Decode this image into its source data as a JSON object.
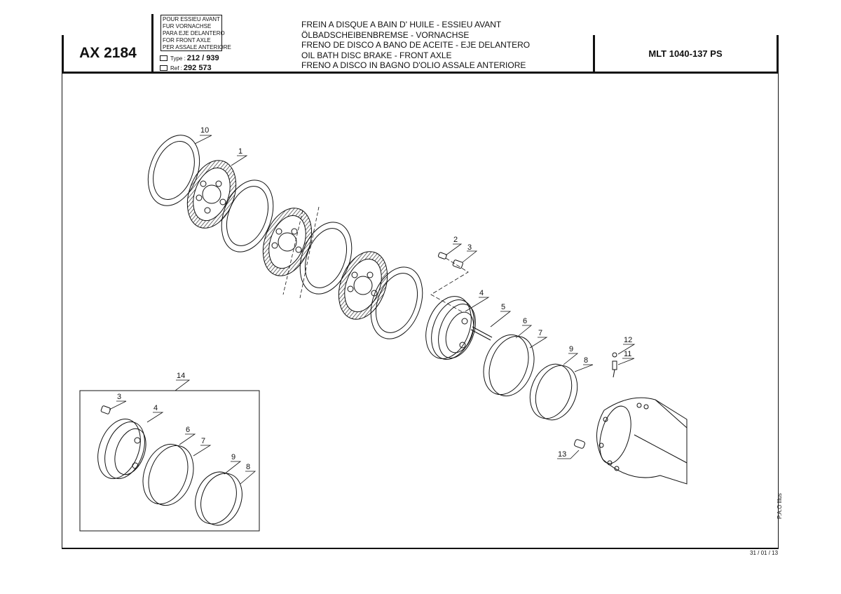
{
  "header": {
    "code": "AX 2184",
    "applies_to": [
      "POUR ESSIEU AVANT",
      "FUR VORNACHSE",
      "PARA EJE DELANTERO",
      "FOR FRONT AXLE",
      "PER ASSALE ANTERIORE"
    ],
    "type_label": "Type :",
    "type_value": "212 / 939",
    "ref_label": "Ref :",
    "ref_value": "292 573",
    "titles": [
      "FREIN A DISQUE A BAIN D' HUILE - ESSIEU AVANT",
      "ÖLBADSCHEIBENBREMSE - VORNACHSE",
      "FRENO DE DISCO A BANO DE ACEITE - EJE DELANTERO",
      "OIL BATH DISC BRAKE - FRONT AXLE",
      "FRENO A DISCO IN BAGNO D'OLIO ASSALE ANTERIORE"
    ],
    "model": "MLT 1040-137 PS"
  },
  "footer": {
    "date": "31 / 01 / 13",
    "illus": "P.A.O Illus"
  },
  "callouts": [
    "10",
    "1",
    "2",
    "3",
    "4",
    "5",
    "6",
    "7",
    "9",
    "8",
    "12",
    "11",
    "13",
    "14",
    "3",
    "4",
    "6",
    "7",
    "9",
    "8"
  ]
}
